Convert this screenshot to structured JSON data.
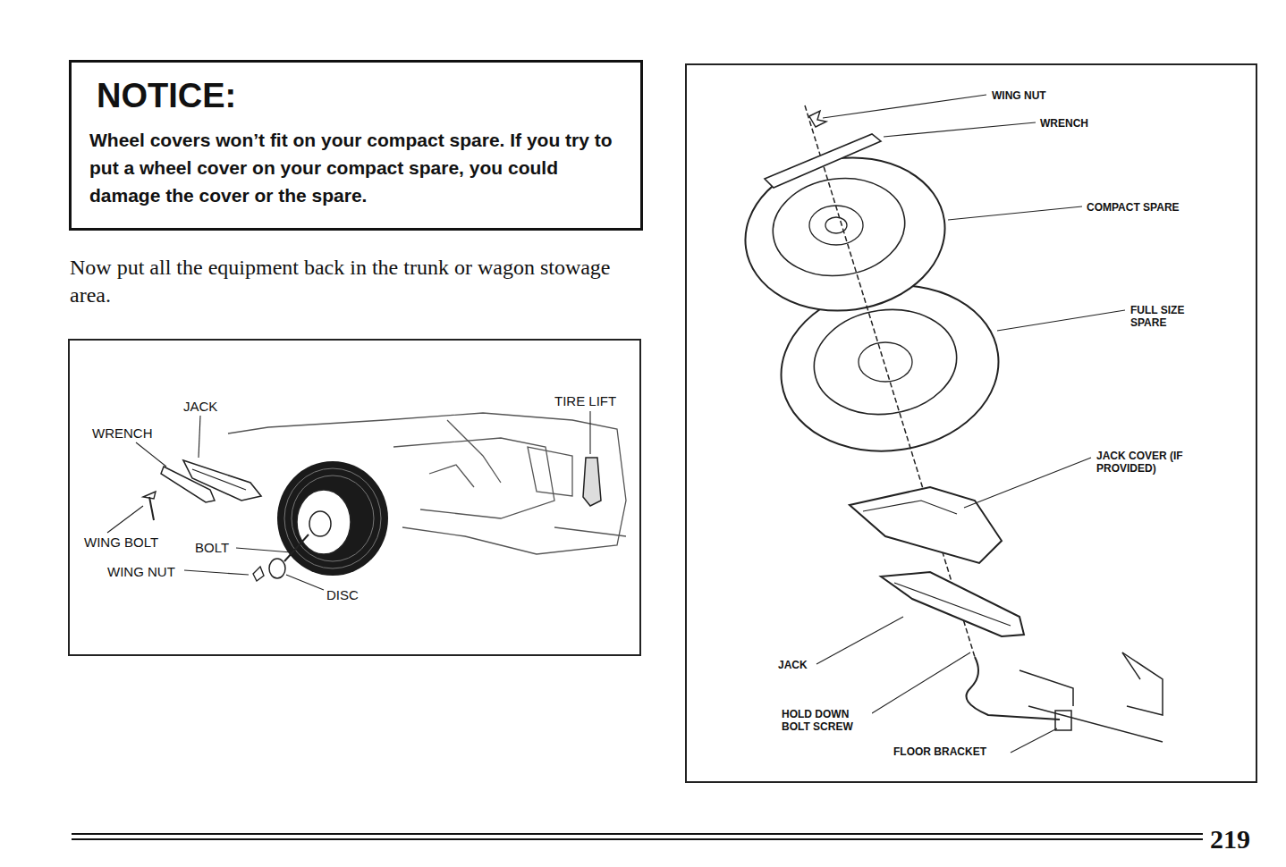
{
  "diagram": {
    "nodes": [
      {
        "text": [
          "NOTICE:",
          "Wheel covers won’t fit on your compact spare. If you try to put a wheel cover on your compact spare, you could damage the cover or the spare."
        ]
      }
    ],
    "labels": [
      "Now put all the equipment back in the trunk or wagon stowage area.",
      "JACK",
      "TIRE LIFT",
      "WRENCH",
      "WING BOLT",
      "BOLT",
      "WING NUT",
      "DISC",
      "WING NUT",
      "WRENCH",
      "COMPACT SPARE",
      "FULL SIZE SPARE",
      "JACK COVER (IF PROVIDED)",
      "JACK",
      "HOLD DOWN BOLT SCREW",
      "FLOOR BRACKET",
      "219"
    ]
  }
}
